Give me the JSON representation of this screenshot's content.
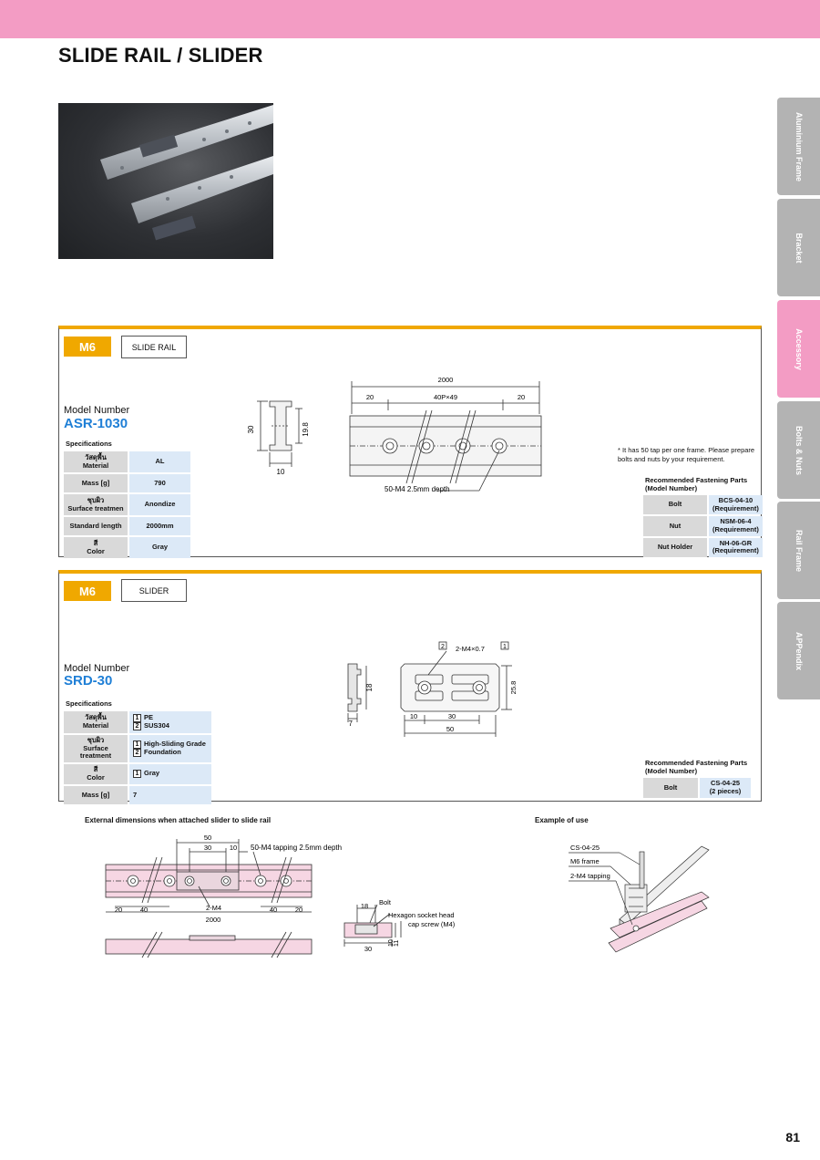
{
  "header": {
    "title": "SLIDE RAIL / SLIDER"
  },
  "side_tabs": [
    {
      "label": "Aluminium Frame",
      "active": false
    },
    {
      "label": "Bracket",
      "active": false
    },
    {
      "label": "Accessory",
      "active": true
    },
    {
      "label": "Bolts & Nuts",
      "active": false
    },
    {
      "label": "Rail Frame",
      "active": false
    },
    {
      "label": "APPendix",
      "active": false
    }
  ],
  "colors": {
    "accent_pink": "#f39cc4",
    "section_orange": "#f0a800",
    "model_blue": "#1f7fd6",
    "cell_grey": "#d9d9d9",
    "cell_blue": "#dce9f7",
    "tab_grey": "#b3b3b3"
  },
  "rail": {
    "size_tag": "M6",
    "product": "SLIDE RAIL",
    "model_label": "Model Number",
    "model": "ASR-1030",
    "spec_heading": "Specifications",
    "specs": [
      {
        "k_th": "วัสดุพื้น",
        "k_en": "Material",
        "v": "AL"
      },
      {
        "k_th": "",
        "k_en": "Mass [g]",
        "v": "790"
      },
      {
        "k_th": "ชุบผิว",
        "k_en": "Surface treatmen",
        "v": "Anondize"
      },
      {
        "k_th": "",
        "k_en": "Standard length",
        "v": "2000mm"
      },
      {
        "k_th": "สี",
        "k_en": "Color",
        "v": "Gray"
      }
    ],
    "profile_dims": {
      "h": "30",
      "inner": "19.8",
      "w": "10"
    },
    "plan_dims": {
      "total": "2000",
      "left": "20",
      "pitch": "40P×49",
      "right": "20",
      "tap": "50-M4 2.5mm depth"
    },
    "note": "* It has 50 tap per one frame. Please prepare bolts and nuts by your requirement.",
    "rec_heading": "Recommended Fastening Parts",
    "rec_sub": "(Model Number)",
    "rec": [
      {
        "k": "Bolt",
        "v1": "BCS-04-10",
        "v2": "(Requirement)"
      },
      {
        "k": "Nut",
        "v1": "NSM-06-4",
        "v2": "(Requirement)"
      },
      {
        "k": "Nut Holder",
        "v1": "NH-06-GR",
        "v2": "(Requirement)"
      }
    ]
  },
  "slider": {
    "size_tag": "M6",
    "product": "SLIDER",
    "model_label": "Model Number",
    "model": "SRD-30",
    "spec_heading": "Specifications",
    "specs": [
      {
        "k_th": "วัสดุพื้น",
        "k_en": "Material",
        "items": [
          {
            "n": "1",
            "t": "PE"
          },
          {
            "n": "2",
            "t": "SUS304"
          }
        ]
      },
      {
        "k_th": "ชุบผิว",
        "k_en": "Surface treatment",
        "items": [
          {
            "n": "1",
            "t": "High-Sliding Grade"
          },
          {
            "n": "2",
            "t": "Foundation"
          }
        ]
      },
      {
        "k_th": "สี",
        "k_en": "Color",
        "items": [
          {
            "n": "1",
            "t": "Gray"
          }
        ]
      },
      {
        "k_th": "",
        "k_en": "Mass [g]",
        "items": [
          {
            "n": "",
            "t": "7"
          }
        ]
      }
    ],
    "side_dims": {
      "h": "18",
      "w": "7"
    },
    "plan_dims": {
      "callout_a": "2",
      "holes": "2-M4×0.7",
      "callout_b": "1",
      "h": "25.8",
      "a": "10",
      "b": "30",
      "total": "50"
    },
    "rec_heading": "Recommended Fastening Parts",
    "rec_sub": "(Model Number)",
    "rec": [
      {
        "k": "Bolt",
        "v1": "CS-04-25",
        "v2": "(2 pieces)"
      }
    ]
  },
  "attached": {
    "caption": "External dimensions when attached slider to slide rail",
    "dims": {
      "top": "50",
      "mid": "30",
      "small": "10",
      "tap": "50-M4 tapping 2.5mm depth",
      "m4": "2-M4",
      "l20": "20",
      "l40": "40",
      "r40": "40",
      "r20": "20",
      "total": "2000"
    },
    "section": {
      "w": "18",
      "bolt": "Bolt",
      "screw1": "Hexagon socket head",
      "screw2": "cap screw (M4)",
      "bw": "30",
      "h1": "10",
      "h2": "11"
    }
  },
  "example": {
    "caption": "Example of use",
    "labels": [
      "CS-04-25",
      "M6 frame",
      "2-M4 tapping"
    ]
  },
  "page": {
    "number": "81"
  }
}
